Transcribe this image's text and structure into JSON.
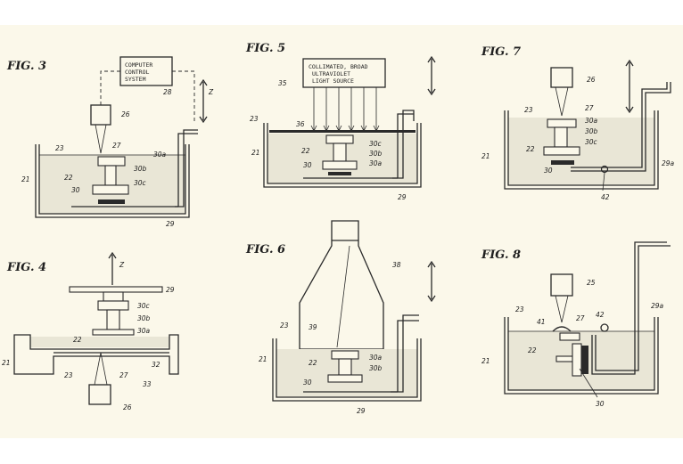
{
  "figures": {
    "fig3": {
      "title": "FIG. 3",
      "box_line1": "COMPUTER",
      "box_line2": "CONTROL",
      "box_line3": "SYSTEM",
      "refs": {
        "box": "28",
        "light": "26",
        "bath": "21",
        "liquid": "23",
        "beam": "27",
        "part": "22",
        "base": "30",
        "l30a": "30a",
        "l30b": "30b",
        "l30c": "30c",
        "platform": "29",
        "axis": "Z"
      }
    },
    "fig4": {
      "title": "FIG. 4",
      "refs": {
        "bath": "21",
        "arm": "29",
        "part": "22",
        "liquid": "23",
        "beam": "27",
        "light": "26",
        "l30c": "30c",
        "l30b": "30b",
        "l30a": "30a",
        "window": "32",
        "frame": "33",
        "axis": "Z"
      }
    },
    "fig5": {
      "title": "FIG. 5",
      "box_line1": "COLLIMATED, BROAD",
      "box_line2": "ULTRAVIOLET",
      "box_line3": "LIGHT SOURCE",
      "refs": {
        "box": "35",
        "mask": "36",
        "liquid": "23",
        "bath": "21",
        "part": "22",
        "base": "30",
        "l30a": "30a",
        "l30b": "30b",
        "l30c": "30c",
        "platform": "29"
      }
    },
    "fig6": {
      "title": "FIG. 6",
      "refs": {
        "bottle": "38",
        "fiber": "39",
        "liquid": "23",
        "bath": "21",
        "part": "22",
        "base": "30",
        "l30a": "30a",
        "l30b": "30b",
        "platform": "29"
      }
    },
    "fig7": {
      "title": "FIG. 7",
      "refs": {
        "light": "26",
        "beam": "27",
        "liquid": "23",
        "part": "22",
        "bath": "21",
        "base": "30",
        "l30a": "30a",
        "l30b": "30b",
        "l30c": "30c",
        "arm": "29a",
        "fluid": "42"
      }
    },
    "fig8": {
      "title": "FIG. 8",
      "refs": {
        "light": "25",
        "bath": "21",
        "liquid": "23",
        "part": "22",
        "film": "41",
        "beam": "27",
        "ball": "42",
        "arm": "29a",
        "base": "30"
      }
    }
  }
}
